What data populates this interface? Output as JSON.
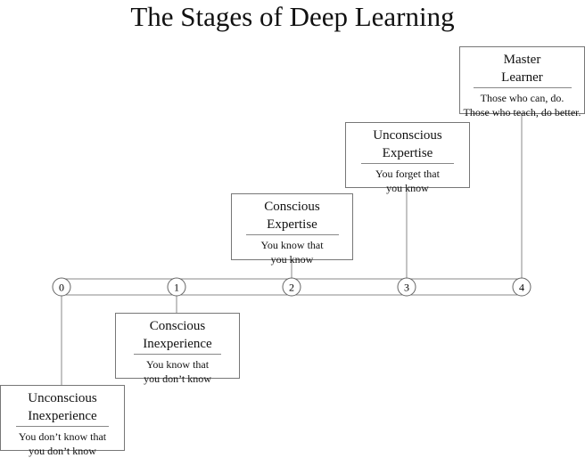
{
  "title": "The Stages of Deep Learning",
  "stages": [
    {
      "level": "0",
      "name_line1": "Unconscious",
      "name_line2": "Inexperience",
      "desc_line1": "You don’t know that",
      "desc_line2": "you don’t know"
    },
    {
      "level": "1",
      "name_line1": "Conscious",
      "name_line2": "Inexperience",
      "desc_line1": "You know that",
      "desc_line2": "you don’t know"
    },
    {
      "level": "2",
      "name_line1": "Conscious",
      "name_line2": "Expertise",
      "desc_line1": "You know that",
      "desc_line2": "you know"
    },
    {
      "level": "3",
      "name_line1": "Unconscious",
      "name_line2": "Expertise",
      "desc_line1": "You forget that",
      "desc_line2": "you know"
    },
    {
      "level": "4",
      "name_line1": "Master",
      "name_line2": "Learner",
      "desc_line1": "Those who can, do.",
      "desc_line2": "Those who teach, do better."
    }
  ]
}
